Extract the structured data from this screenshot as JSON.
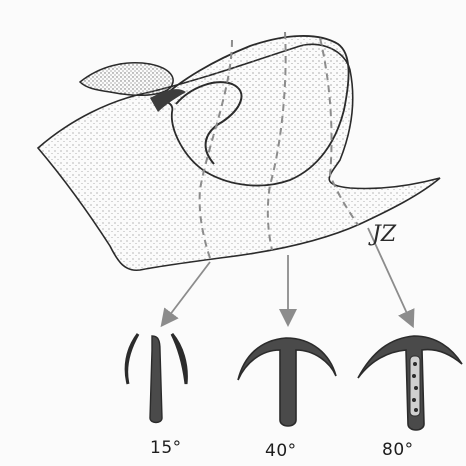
{
  "figure": {
    "signature": "JZ",
    "cross_sections": [
      {
        "angle_label": "15°"
      },
      {
        "angle_label": "40°"
      },
      {
        "angle_label": "80°"
      }
    ]
  },
  "colors": {
    "outline": "#2b2b2b",
    "stipple": "#8a8a8a",
    "section_fill": "#4a4a4a",
    "dashed": "#8c8c8c",
    "arrow": "#8c8c8c"
  }
}
